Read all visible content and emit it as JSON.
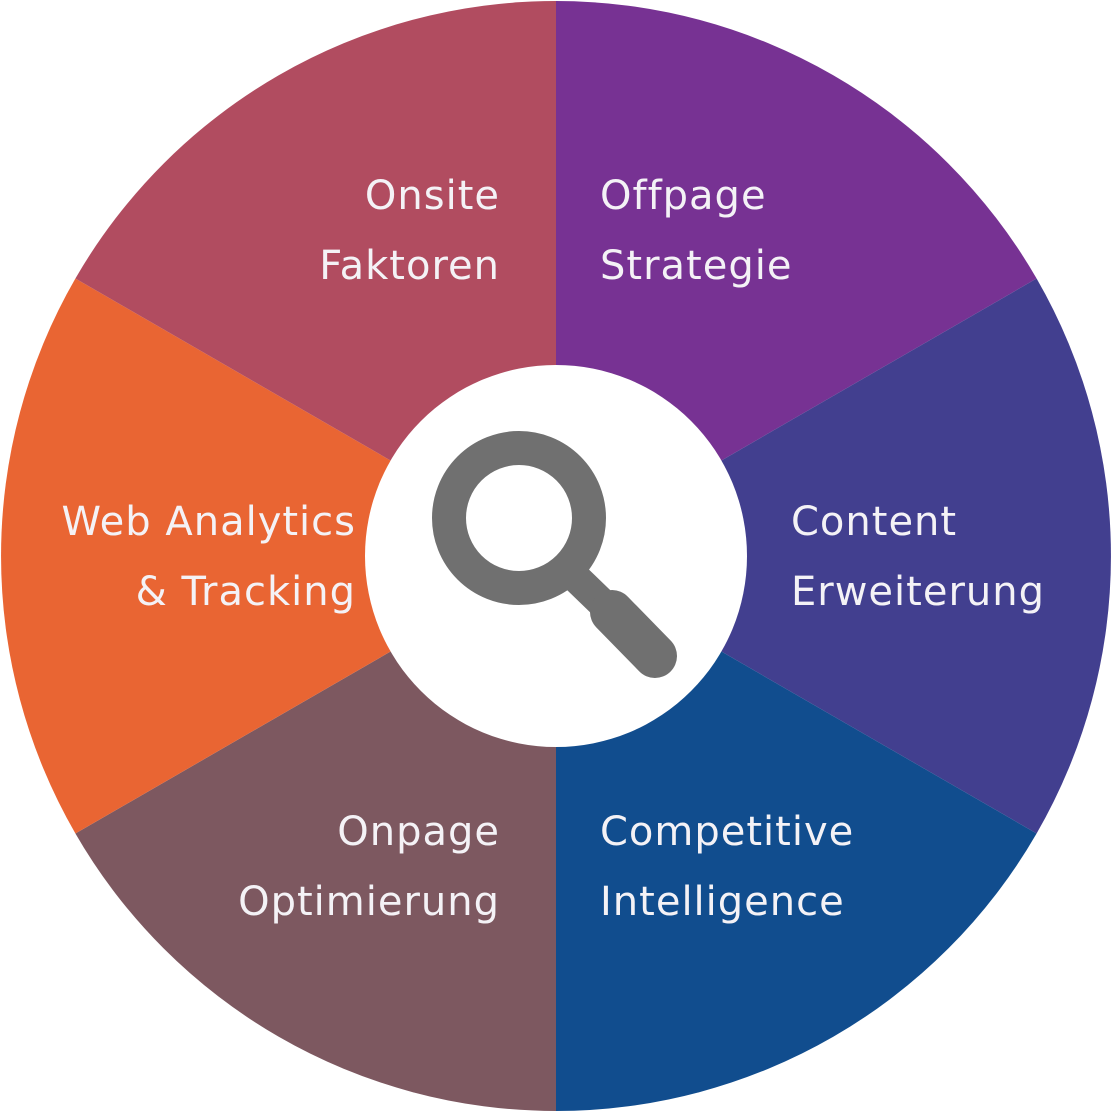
{
  "colors": {
    "onsite": "#b14c60",
    "offpage": "#773293",
    "content": "#423f8f",
    "competitive": "#114d8e",
    "onpage": "#7d5860",
    "web_analytics": "#e96533",
    "center": "#ffffff",
    "icon": "#707070",
    "label_text": "#f4f2f6"
  },
  "center_icon": "magnifying-glass-icon",
  "segments": {
    "onsite": {
      "line1": "Onsite",
      "line2": "Faktoren"
    },
    "offpage": {
      "line1": "Offpage",
      "line2": "Strategie"
    },
    "content": {
      "line1": "Content",
      "line2": "Erweiterung"
    },
    "competitive": {
      "line1": "Competitive",
      "line2": "Intelligence"
    },
    "onpage": {
      "line1": "Onpage",
      "line2": "Optimierung"
    },
    "web_analytics": {
      "line1": "Web Analytics",
      "line2": "& Tracking"
    }
  }
}
